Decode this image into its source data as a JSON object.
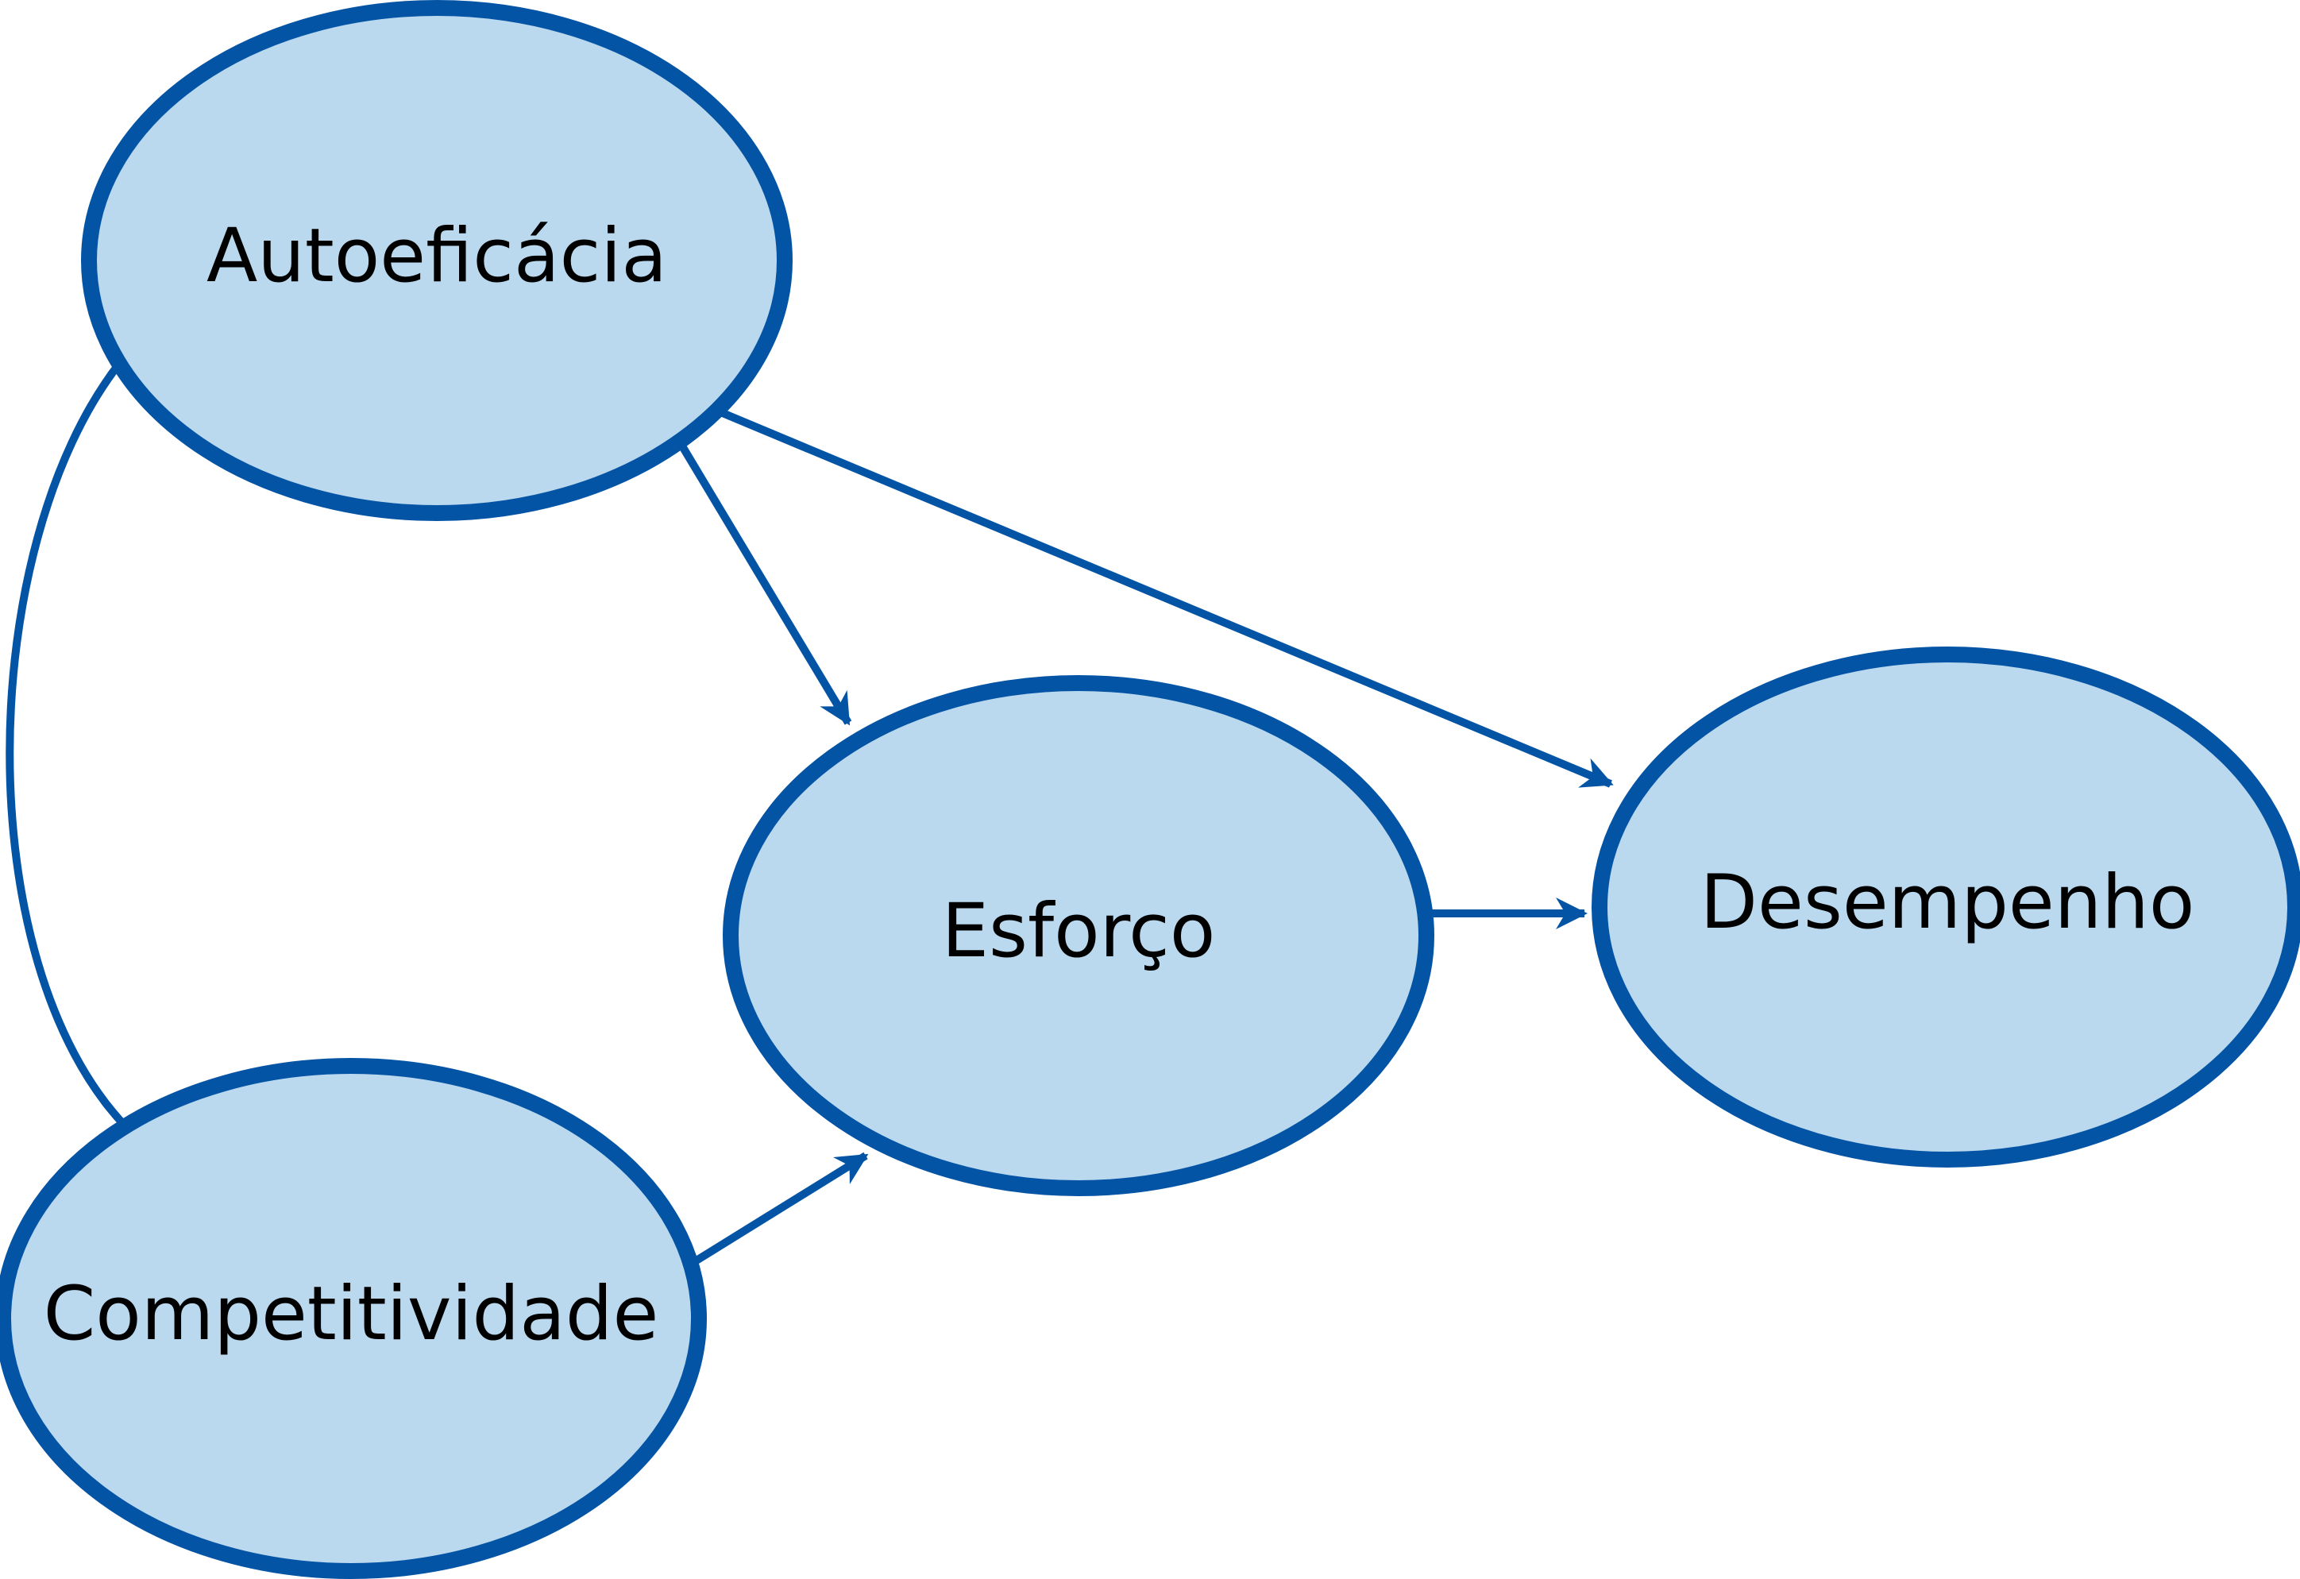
{
  "colors": {
    "node_fill": "#bad9ee",
    "node_stroke": "#0454a6",
    "edge": "#0454a6",
    "text": "#000000",
    "background": "#ffffff"
  },
  "nodes": {
    "autoeficacia": {
      "label": "Autoeficácia"
    },
    "esforco": {
      "label": "Esforço"
    },
    "desempenho": {
      "label": "Desempenho"
    },
    "competitividade": {
      "label": "Competitividade"
    }
  },
  "edges": [
    {
      "from": "autoeficacia",
      "to": "esforco",
      "type": "directed"
    },
    {
      "from": "autoeficacia",
      "to": "desempenho",
      "type": "directed"
    },
    {
      "from": "esforco",
      "to": "desempenho",
      "type": "directed"
    },
    {
      "from": "competitividade",
      "to": "esforco",
      "type": "directed"
    },
    {
      "from": "autoeficacia",
      "to": "competitividade",
      "type": "correlation"
    }
  ]
}
